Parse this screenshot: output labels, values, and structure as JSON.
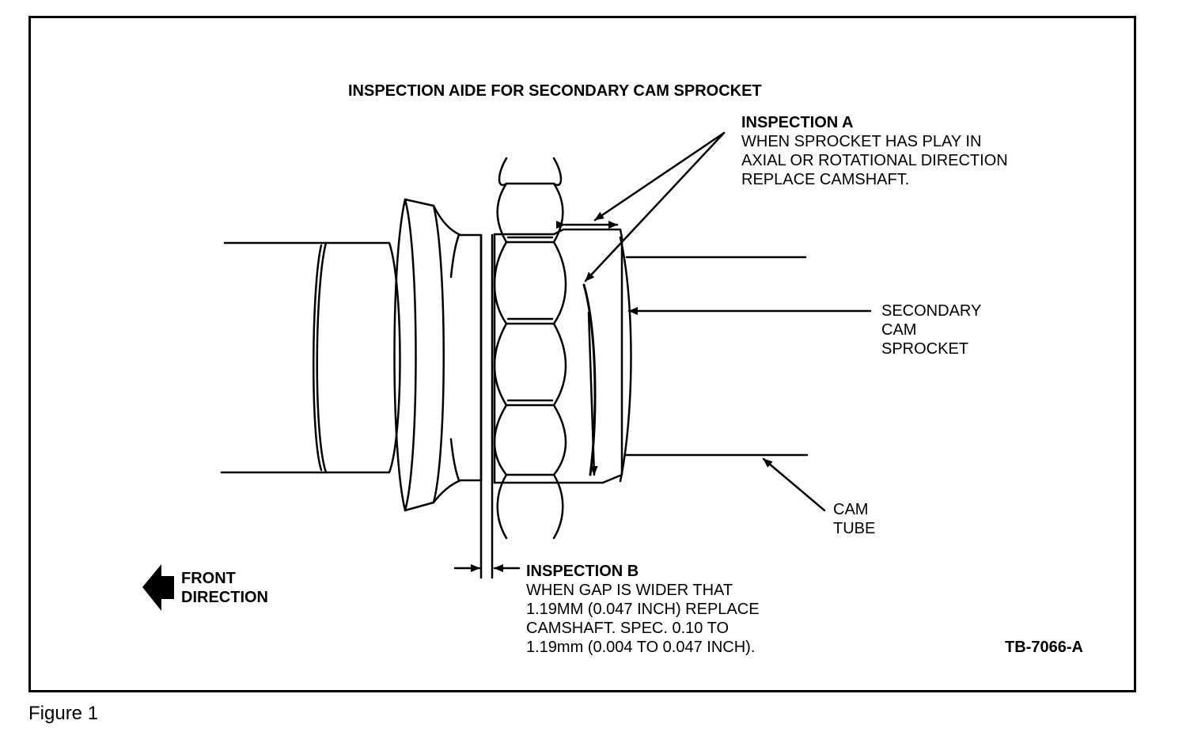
{
  "title": "INSPECTION AIDE FOR SECONDARY CAM SPROCKET",
  "inspection_a": {
    "heading": "INSPECTION A",
    "lines": [
      "WHEN SPROCKET HAS PLAY IN",
      "AXIAL OR ROTATIONAL DIRECTION",
      "REPLACE CAMSHAFT."
    ]
  },
  "inspection_b": {
    "heading": "INSPECTION B",
    "lines": [
      "WHEN GAP IS WIDER THAT",
      "1.19MM (0.047 INCH) REPLACE",
      "CAMSHAFT. SPEC. 0.10 TO",
      "1.19mm (0.004 TO 0.047 INCH)."
    ]
  },
  "secondary_cam_sprocket_label": [
    "SECONDARY",
    "CAM",
    "SPROCKET"
  ],
  "cam_tube_label": [
    "CAM",
    "TUBE"
  ],
  "front_direction_label": [
    "FRONT",
    "DIRECTION"
  ],
  "reference_code": "TB-7066-A",
  "caption": "Figure 1"
}
